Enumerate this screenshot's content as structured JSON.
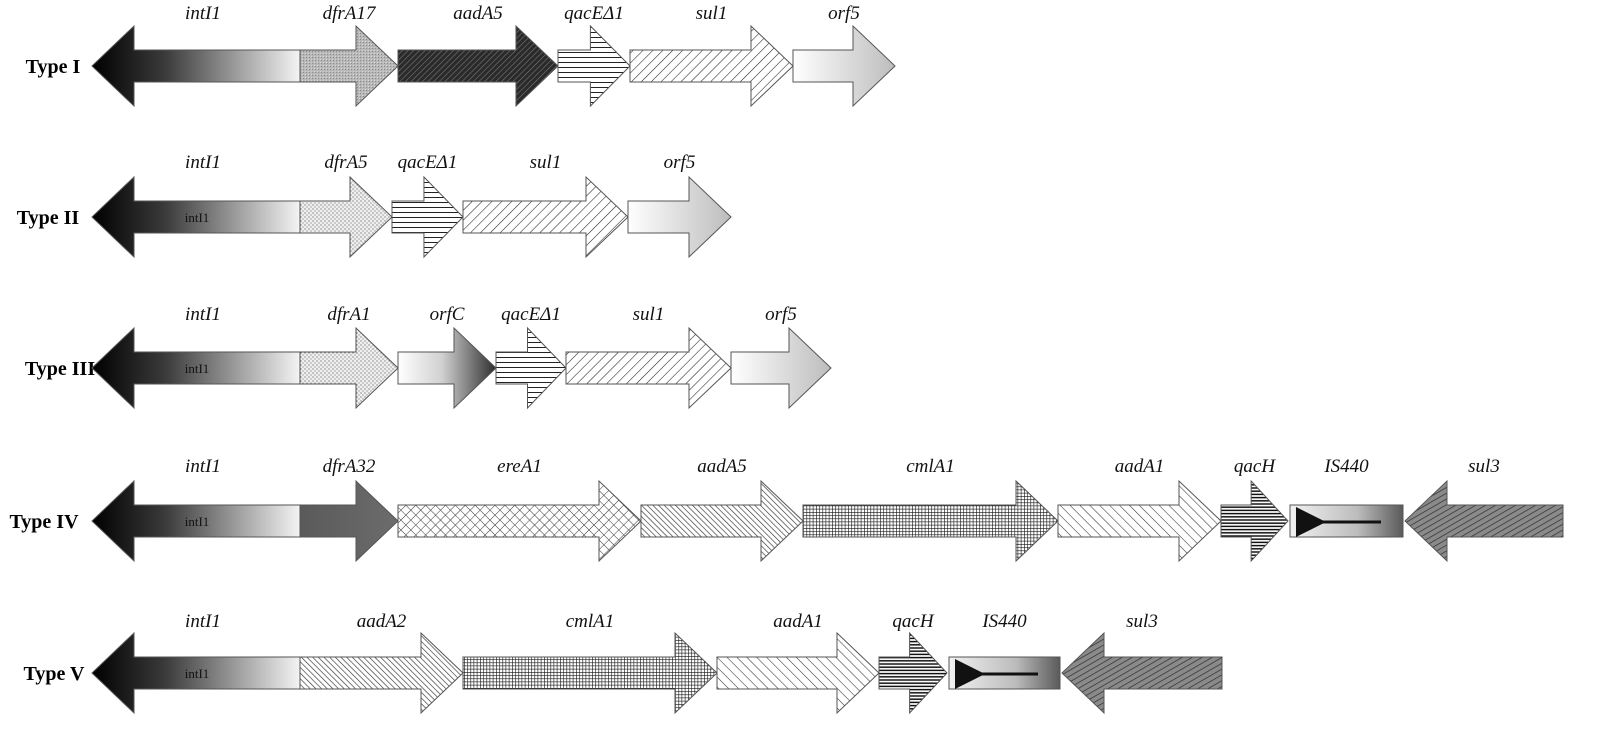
{
  "rows": [
    {
      "type_label": "Type I",
      "genes": [
        {
          "name": "intI1",
          "dir": "left",
          "fill": "gradIntI1",
          "inner": ""
        },
        {
          "name": "dfrA17",
          "dir": "right",
          "fill": "patDfr17"
        },
        {
          "name": "aadA5",
          "dir": "right",
          "fill": "patDark"
        },
        {
          "name": "qacEΔ1",
          "dir": "right",
          "fill": "patHLine"
        },
        {
          "name": "sul1",
          "dir": "right",
          "fill": "patDiag"
        },
        {
          "name": "orf5",
          "dir": "right",
          "fill": "gradLight"
        }
      ]
    },
    {
      "type_label": "Type II",
      "genes": [
        {
          "name": "intI1",
          "dir": "left",
          "fill": "gradIntI1",
          "inner": "intI1"
        },
        {
          "name": "dfrA5",
          "dir": "right",
          "fill": "patDots"
        },
        {
          "name": "qacEΔ1",
          "dir": "right",
          "fill": "patHLine"
        },
        {
          "name": "sul1",
          "dir": "right",
          "fill": "patDiag"
        },
        {
          "name": "orf5",
          "dir": "right",
          "fill": "gradLight"
        }
      ]
    },
    {
      "type_label": "Type III",
      "genes": [
        {
          "name": "intI1",
          "dir": "left",
          "fill": "gradIntI1",
          "inner": "intI1"
        },
        {
          "name": "dfrA1",
          "dir": "right",
          "fill": "patDots"
        },
        {
          "name": "orfC",
          "dir": "right",
          "fill": "gradOrfC"
        },
        {
          "name": "qacEΔ1",
          "dir": "right",
          "fill": "patHLine"
        },
        {
          "name": "sul1",
          "dir": "right",
          "fill": "patDiag"
        },
        {
          "name": "orf5",
          "dir": "right",
          "fill": "gradLight"
        }
      ]
    },
    {
      "type_label": "Type IV",
      "genes": [
        {
          "name": "intI1",
          "dir": "left",
          "fill": "gradIntI1",
          "inner": "intI1"
        },
        {
          "name": "dfrA32",
          "dir": "right",
          "fill": "solidGrey"
        },
        {
          "name": "ereA1",
          "dir": "right",
          "fill": "patCross"
        },
        {
          "name": "aadA5",
          "dir": "right",
          "fill": "patDiagFine"
        },
        {
          "name": "cmlA1",
          "dir": "right",
          "fill": "patGrid"
        },
        {
          "name": "aadA1",
          "dir": "right",
          "fill": "patDiagSparse"
        },
        {
          "name": "qacH",
          "dir": "right",
          "fill": "patHLineDense"
        },
        {
          "name": "IS440",
          "dir": "box",
          "fill": "gradBox"
        },
        {
          "name": "sul3",
          "dir": "left",
          "fill": "patSul3"
        }
      ]
    },
    {
      "type_label": "Type V",
      "genes": [
        {
          "name": "intI1",
          "dir": "left",
          "fill": "gradIntI1",
          "inner": "intI1"
        },
        {
          "name": "aadA2",
          "dir": "right",
          "fill": "patDiagFine"
        },
        {
          "name": "cmlA1",
          "dir": "right",
          "fill": "patGrid"
        },
        {
          "name": "aadA1",
          "dir": "right",
          "fill": "patDiagSparse"
        },
        {
          "name": "qacH",
          "dir": "right",
          "fill": "patHLineDense"
        },
        {
          "name": "IS440",
          "dir": "box",
          "fill": "gradBox"
        },
        {
          "name": "sul3",
          "dir": "left",
          "fill": "patSul3"
        }
      ]
    }
  ]
}
